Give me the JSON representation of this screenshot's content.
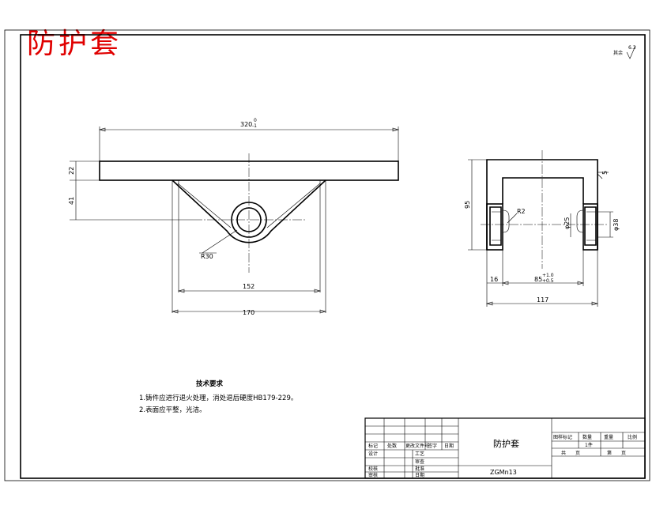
{
  "title": "防护套",
  "surface_roughness": {
    "label": "其余",
    "value": "6.3"
  },
  "front_view": {
    "dim_top_width": "320",
    "dim_top_tol_upper": "0",
    "dim_top_tol_lower": "-1",
    "dim_plate_thickness": "22",
    "dim_web_height": "41",
    "dim_radius": "R30",
    "dim_inner_width": "152",
    "dim_outer_width": "170"
  },
  "side_view": {
    "dim_height": "95",
    "dim_flange_thickness": "5",
    "dim_fillet": "R2",
    "dim_small_dia": "φ25",
    "dim_large_dia": "φ38",
    "dim_left_offset": "16",
    "dim_inner_width": "85",
    "dim_inner_tol_upper": "+1.0",
    "dim_inner_tol_lower": "+0.5",
    "dim_total_width": "117"
  },
  "technical_requirements": {
    "heading": "技术要求",
    "items": [
      "1.铸件应进行退火处理，消处退后硬度HB179-229。",
      "2.表面应平整，光洁。"
    ]
  },
  "title_block": {
    "part_name": "防护套",
    "material": "ZGMn13",
    "rev_headers": [
      "标记",
      "处数",
      "更改文件号",
      "签字",
      "日期"
    ],
    "roles": [
      "设计",
      "校核",
      "审核"
    ],
    "process_labels": [
      "工艺",
      "审查",
      "批准",
      "日期"
    ],
    "info_headers": [
      "图样标记",
      "数量",
      "重量",
      "比例"
    ],
    "count_label": "1件",
    "sheet_total": "共",
    "sheet_page": "页",
    "sheet_no": "第",
    "sheet_page2": "页"
  }
}
